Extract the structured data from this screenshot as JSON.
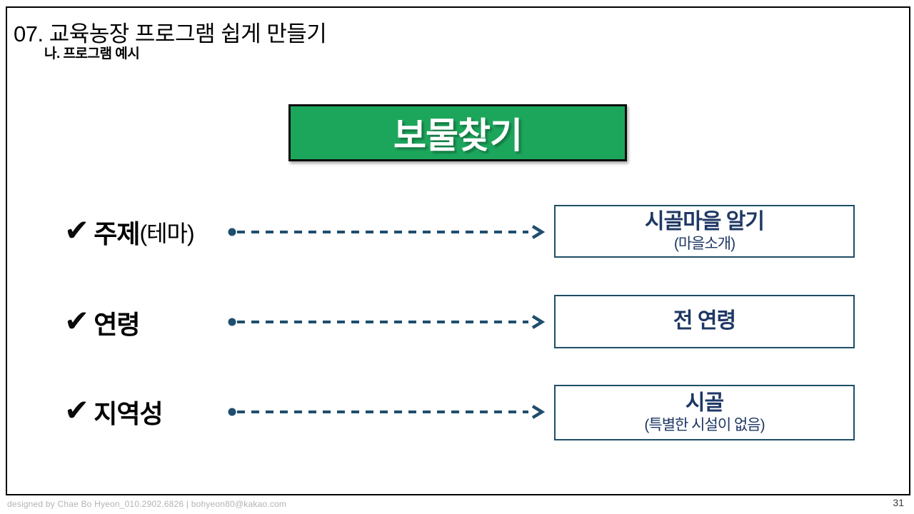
{
  "header": {
    "title": "07. 교육농장 프로그램 쉽게 만들기",
    "subtitle": "나. 프로그램 예시"
  },
  "program": {
    "title": "보물찾기"
  },
  "icons": {
    "check": "✔"
  },
  "rows": [
    {
      "label": "주제",
      "label_note": "(테마)",
      "box_title": "시골마을 알기",
      "box_note": "(마을소개)"
    },
    {
      "label": "연령",
      "label_note": "",
      "box_title": "전 연령",
      "box_note": ""
    },
    {
      "label": "지역성",
      "label_note": "",
      "box_title": "시골",
      "box_note": "(특별한 시설이 없음)"
    }
  ],
  "footer": {
    "credit": "designed by Chae Bo Hyeon_010.2902.6826 | bohyeon80@kakao.com",
    "page_number": "31"
  },
  "colors": {
    "program_box_green": "#1CA65C",
    "navy_text": "#1F3864",
    "arrow_navy": "#1F4E6E",
    "box_border_navy": "#1F4E66",
    "slide_border_black": "#000000"
  }
}
